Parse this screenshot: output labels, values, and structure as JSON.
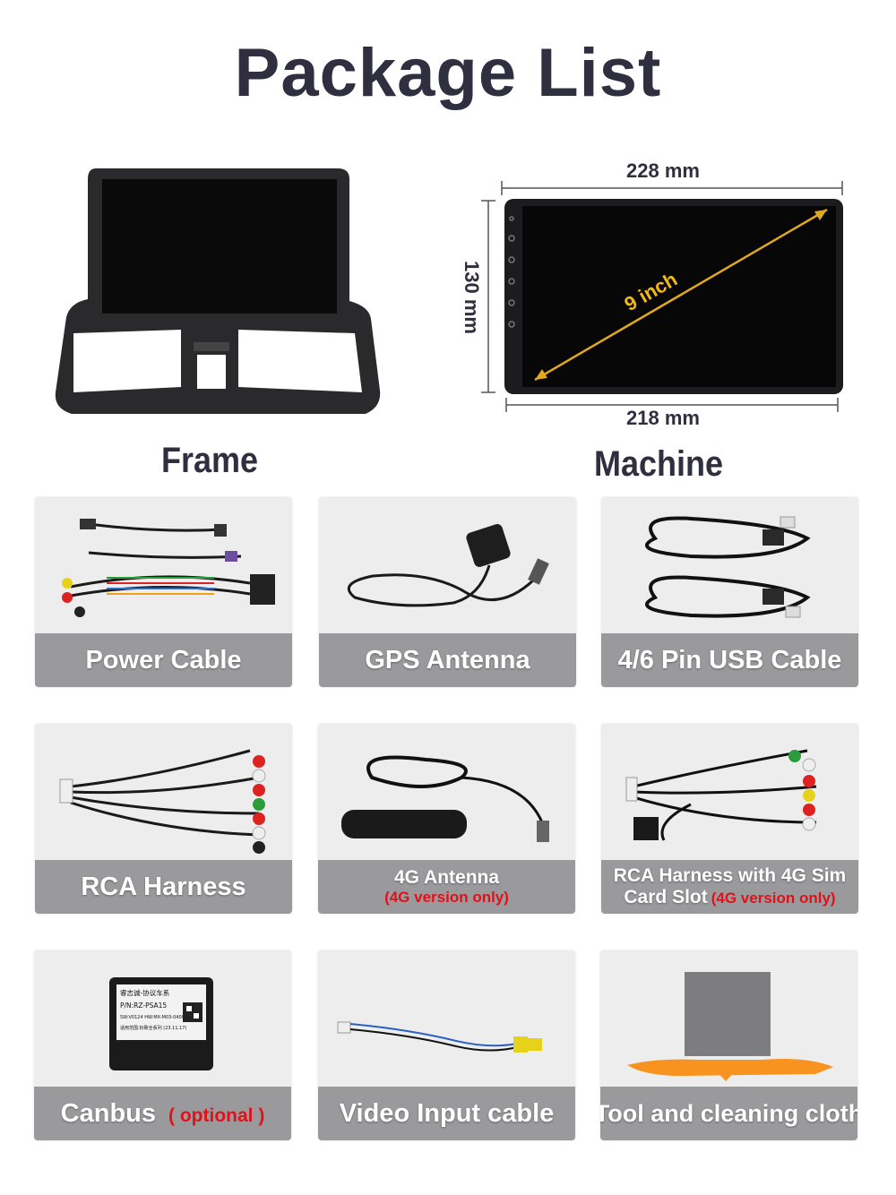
{
  "title": "Package List",
  "top": {
    "frame_label": "Frame",
    "machine_label": "Machine",
    "dim_top": "228 mm",
    "dim_bottom": "218 mm",
    "dim_side": "130 mm",
    "diagonal": "9 inch"
  },
  "items": [
    {
      "label": "Power Cable"
    },
    {
      "label": "GPS Antenna"
    },
    {
      "label": "4/6 Pin USB Cable"
    },
    {
      "label": "RCA Harness"
    },
    {
      "label": "4G Antenna",
      "note": "(4G version only)"
    },
    {
      "label_line1": "RCA Harness with 4G Sim",
      "label_line2": "Card Slot",
      "note": "(4G version only)"
    },
    {
      "label": "Canbus",
      "note": "( optional )"
    },
    {
      "label": "Video Input cable"
    },
    {
      "label": "Tool and cleaning cloth"
    }
  ],
  "canbus_box": {
    "line1": "睿志诚-协议车系",
    "line2": "P/N:RZ-PSA15",
    "line3": "SW:V0124 HW:MX-M03-0400",
    "line4": "适用范围:标致全系列 (23.11.17)"
  },
  "colors": {
    "title": "#2f2f40",
    "bar": "#9a9a9c",
    "note": "#e0111b",
    "card": "#ededee",
    "tool": "#f7931e"
  }
}
